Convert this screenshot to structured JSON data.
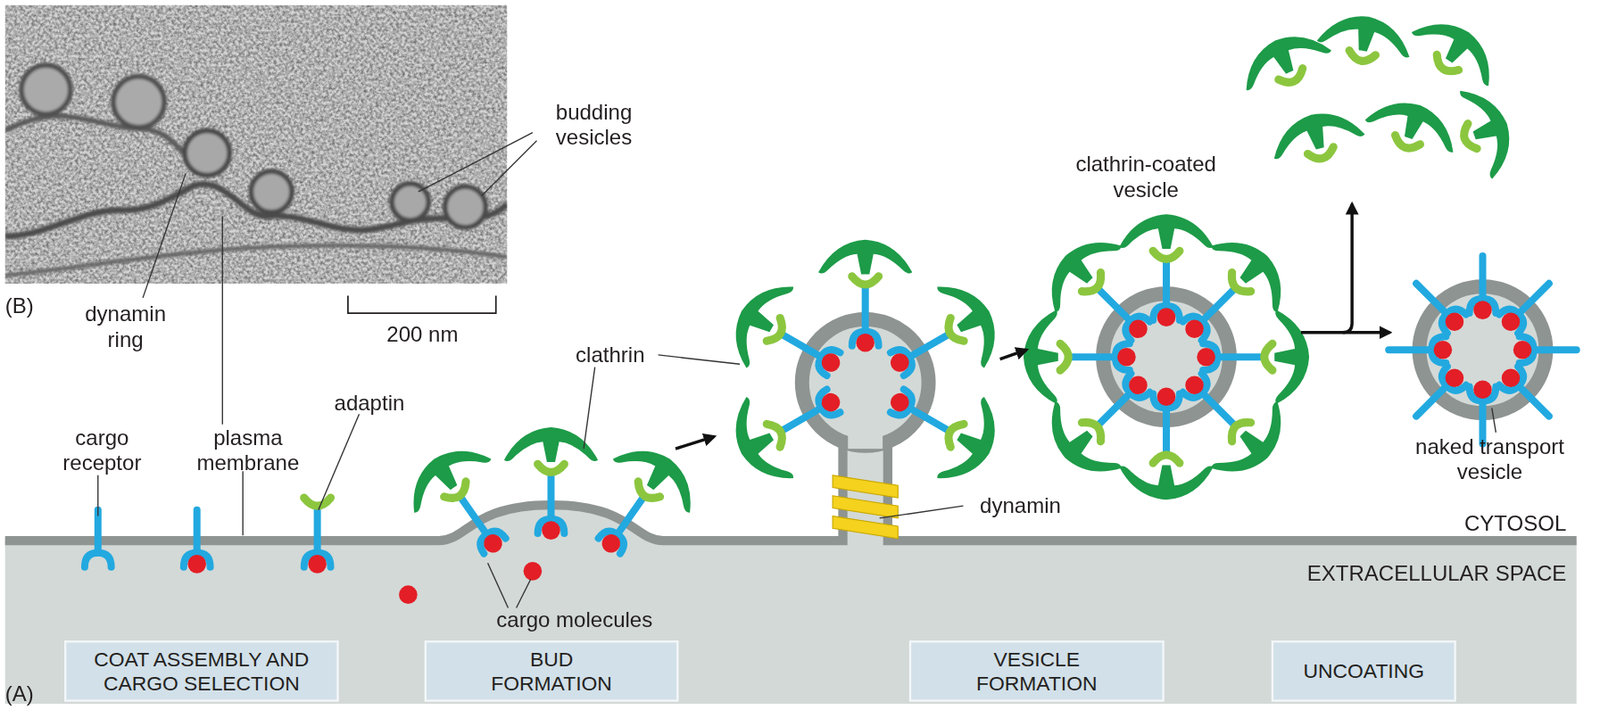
{
  "diagram": {
    "nodes": [
      {
        "text": [
          "COAT ASSEMBLY AND CARGO SELECTION"
        ]
      },
      {
        "text": [
          "BUD FORMATION"
        ]
      },
      {
        "text": [
          "VESICLE FORMATION"
        ]
      },
      {
        "text": [
          "UNCOATING"
        ]
      }
    ],
    "labels": [
      "budding vesicles",
      "dynamin ring",
      "plasma membrane",
      "200 nm",
      "(B)",
      "clathrin-coated vesicle",
      "clathrin",
      "adaptin",
      "cargo receptor",
      "dynamin",
      "naked transport vesicle",
      "CYTOSOL",
      "EXTRACELLULAR SPACE",
      "cargo molecules",
      "(A)"
    ]
  }
}
